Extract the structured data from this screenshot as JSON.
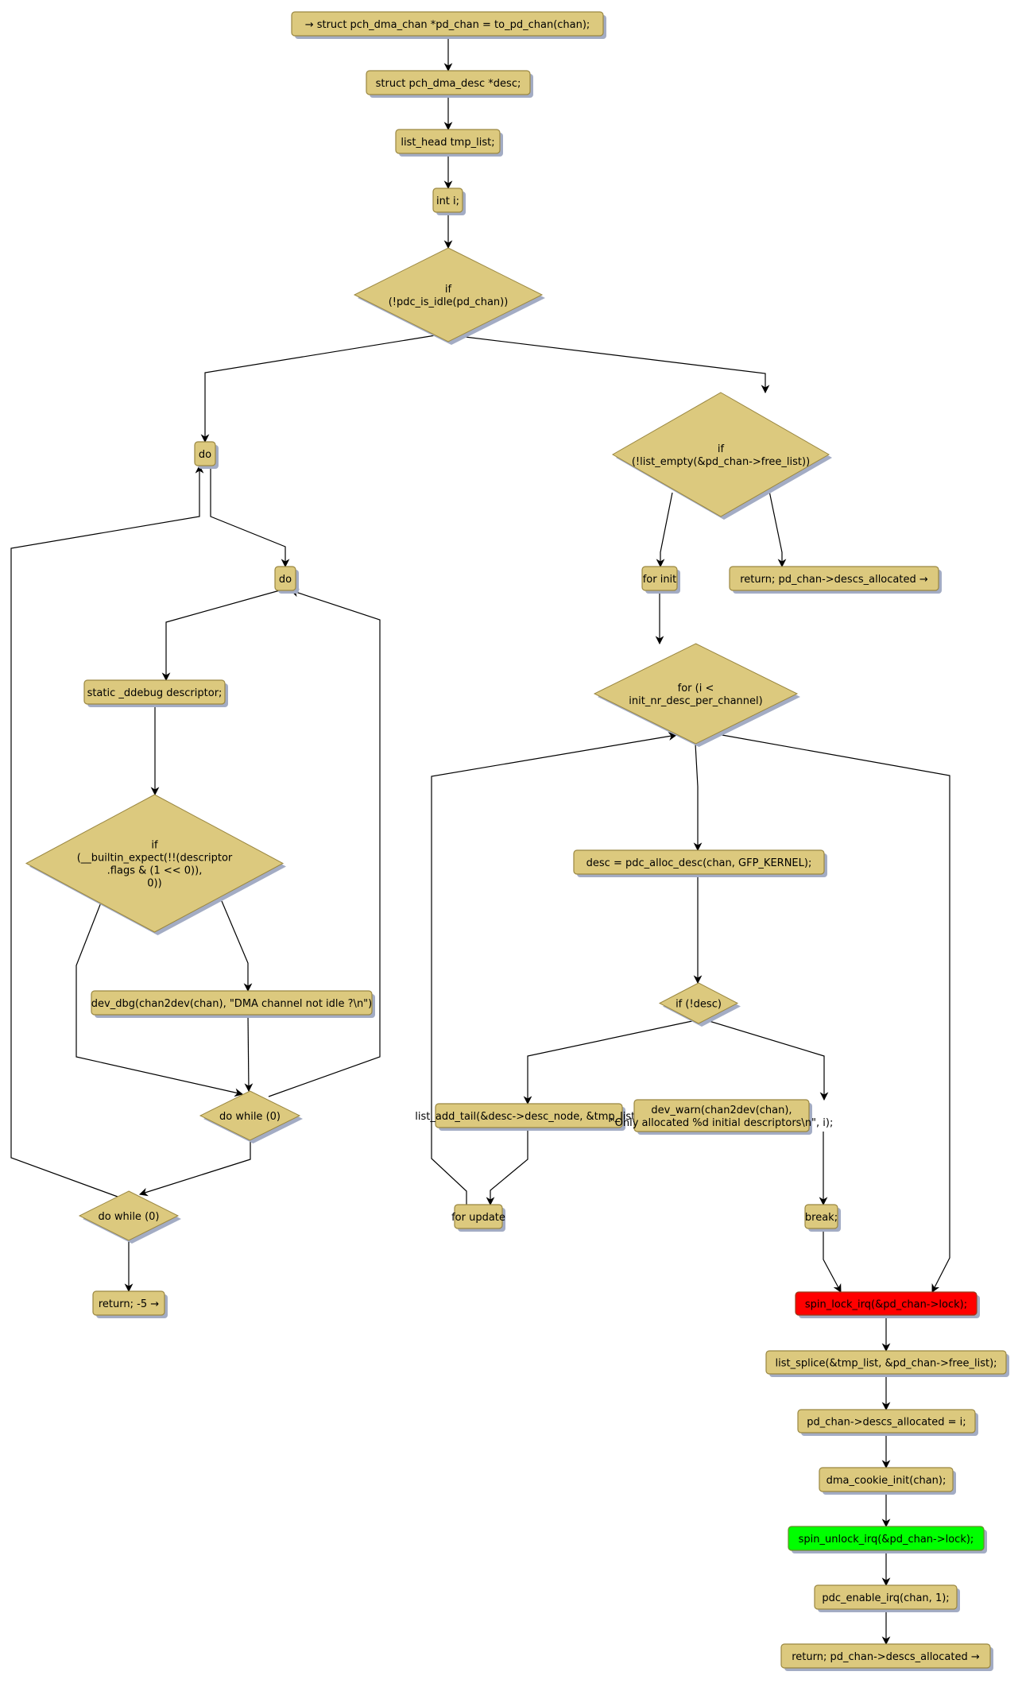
{
  "colors": {
    "node_fill": "#DCC97E",
    "node_border": "#9A8741",
    "shadow": "#A3ACC4",
    "lock_fill": "#FF0000",
    "lock_border": "#9A3A1A",
    "unlock_fill": "#00FF00",
    "unlock_border": "#6A8A2A",
    "edge": "#000000"
  },
  "nodes": {
    "entry": {
      "text": "→ struct pch_dma_chan *pd_chan = to_pd_chan(chan);"
    },
    "decl_desc": {
      "text": "struct pch_dma_desc *desc;"
    },
    "decl_tmp_list": {
      "text": "list_head tmp_list;"
    },
    "decl_i": {
      "text": "int i;"
    },
    "if_idle": {
      "lines": [
        "if",
        "(!pdc_is_idle(pd_chan))"
      ]
    },
    "do_outer": {
      "text": "do"
    },
    "do_inner": {
      "text": "do"
    },
    "static_descriptor": {
      "text": "static _ddebug descriptor;"
    },
    "if_builtin": {
      "lines": [
        "if",
        "(__builtin_expect(!!(descriptor",
        ".flags & (1 << 0)),",
        "0))"
      ]
    },
    "dev_dbg": {
      "text": "dev_dbg(chan2dev(chan), \"DMA channel not idle ?\\n\")"
    },
    "do_while_inner": {
      "text": "do while (0)"
    },
    "do_while_outer": {
      "text": "do while (0)"
    },
    "return_eio": {
      "text": "return; -5 →"
    },
    "if_list_empty": {
      "lines": [
        "if",
        "(!list_empty(&pd_chan->free_list))"
      ]
    },
    "for_init": {
      "text": "for init"
    },
    "return_early": {
      "text": "return; pd_chan->descs_allocated →"
    },
    "for_cond": {
      "lines": [
        "for (i <",
        "init_nr_desc_per_channel)"
      ]
    },
    "alloc_desc": {
      "text": "desc = pdc_alloc_desc(chan, GFP_KERNEL);"
    },
    "if_not_desc": {
      "text": "if (!desc)"
    },
    "list_add_tail": {
      "text": "list_add_tail(&desc->desc_node, &tmp_list);"
    },
    "dev_warn": {
      "lines": [
        "dev_warn(chan2dev(chan),",
        "\"Only allocated %d initial descriptors\\n\", i);"
      ]
    },
    "for_update": {
      "text": "for update"
    },
    "break_stmt": {
      "text": "break;"
    },
    "spin_lock": {
      "text": "spin_lock_irq(&pd_chan->lock);"
    },
    "list_splice": {
      "text": "list_splice(&tmp_list, &pd_chan->free_list);"
    },
    "set_allocated": {
      "text": "pd_chan->descs_allocated = i;"
    },
    "cookie_init": {
      "text": "dma_cookie_init(chan);"
    },
    "spin_unlock": {
      "text": "spin_unlock_irq(&pd_chan->lock);"
    },
    "enable_irq": {
      "text": "pdc_enable_irq(chan, 1);"
    },
    "return_final": {
      "text": "return; pd_chan->descs_allocated →"
    }
  }
}
